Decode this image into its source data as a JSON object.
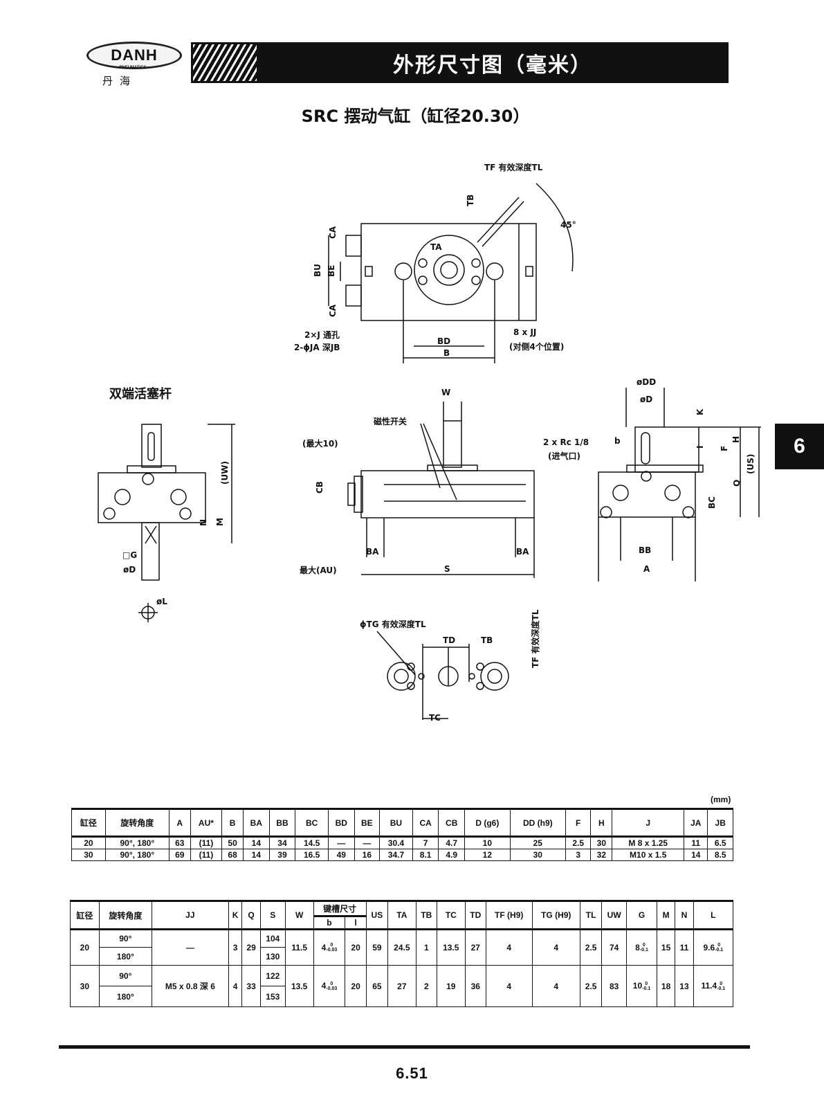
{
  "header": {
    "logo_text": "DANH",
    "logo_sub": "PNEUMATICS",
    "brand_cn": "丹海",
    "title": "外形尺寸图（毫米）",
    "subtitle": "SRC 摆动气缸（缸径20.30）",
    "section_tab": "6"
  },
  "drawings": {
    "labels": [
      "TF 有效深度TL",
      "TB",
      "45°",
      "CA",
      "BU",
      "BE",
      "CA",
      "TA",
      "2×J 通孔",
      "2-ϕJA 深JB",
      "BD",
      "B",
      "8 x JJ",
      "(对侧4个位置)",
      "双端活塞杆",
      "(UW)",
      "N",
      "M",
      "□G",
      "øD",
      "øL",
      "W",
      "磁性开关",
      "(最大10)",
      "CB",
      "BA",
      "BA",
      "最大(AU)",
      "S",
      "øDD",
      "øD",
      "K",
      "I",
      "F",
      "H",
      "(US)",
      "Q",
      "BC",
      "BB",
      "A",
      "b",
      "2 x Rc 1/8",
      "(进气口)",
      "ϕTG 有效深度TL",
      "TD",
      "TB",
      "TF 有效深度TL",
      "TC"
    ]
  },
  "table1": {
    "unit": "(mm)",
    "headers": [
      "缸径",
      "旋转角度",
      "A",
      "AU*",
      "B",
      "BA",
      "BB",
      "BC",
      "BD",
      "BE",
      "BU",
      "CA",
      "CB",
      "D (g6)",
      "DD (h9)",
      "F",
      "H",
      "J",
      "JA",
      "JB"
    ],
    "rows": [
      [
        "20",
        "90°, 180°",
        "63",
        "(11)",
        "50",
        "14",
        "34",
        "14.5",
        "—",
        "—",
        "30.4",
        "7",
        "4.7",
        "10",
        "25",
        "2.5",
        "30",
        "M 8 x 1.25",
        "11",
        "6.5"
      ],
      [
        "30",
        "90°, 180°",
        "69",
        "(11)",
        "68",
        "14",
        "39",
        "16.5",
        "49",
        "16",
        "34.7",
        "8.1",
        "4.9",
        "12",
        "30",
        "3",
        "32",
        "M10 x 1.5",
        "14",
        "8.5"
      ]
    ]
  },
  "table2": {
    "headers": [
      "缸径",
      "旋转角度",
      "JJ",
      "K",
      "Q",
      "S",
      "W",
      "键槽尺寸",
      "US",
      "TA",
      "TB",
      "TC",
      "TD",
      "TF (H9)",
      "TG (H9)",
      "TL",
      "UW",
      "G",
      "M",
      "N",
      "L"
    ],
    "key_sub": [
      "b",
      "l"
    ],
    "rows": [
      {
        "bore": "20",
        "angles": [
          "90°",
          "180°"
        ],
        "JJ": "—",
        "K": "3",
        "Q": "29",
        "S": [
          "104",
          "130"
        ],
        "W": "11.5",
        "b": {
          "v": "4",
          "up": "0",
          "lo": "-0.03"
        },
        "l": "20",
        "US": "59",
        "TA": "24.5",
        "TB": "1",
        "TC": "13.5",
        "TD": "27",
        "TF": "4",
        "TG": "4",
        "TL": "2.5",
        "UW": "74",
        "G": {
          "v": "8",
          "up": "0",
          "lo": "-0.1"
        },
        "M": "15",
        "N": "11",
        "L": {
          "v": "9.6",
          "up": "0",
          "lo": "-0.1"
        }
      },
      {
        "bore": "30",
        "angles": [
          "90°",
          "180°"
        ],
        "JJ": "M5 x 0.8 深 6",
        "K": "4",
        "Q": "33",
        "S": [
          "122",
          "153"
        ],
        "W": "13.5",
        "b": {
          "v": "4",
          "up": "0",
          "lo": "-0.03"
        },
        "l": "20",
        "US": "65",
        "TA": "27",
        "TB": "2",
        "TC": "19",
        "TD": "36",
        "TF": "4",
        "TG": "4",
        "TL": "2.5",
        "UW": "83",
        "G": {
          "v": "10",
          "up": "0",
          "lo": "-0.1"
        },
        "M": "18",
        "N": "13",
        "L": {
          "v": "11.4",
          "up": "0",
          "lo": "-0.1"
        }
      }
    ]
  },
  "footer": {
    "page_number": "6.51"
  }
}
